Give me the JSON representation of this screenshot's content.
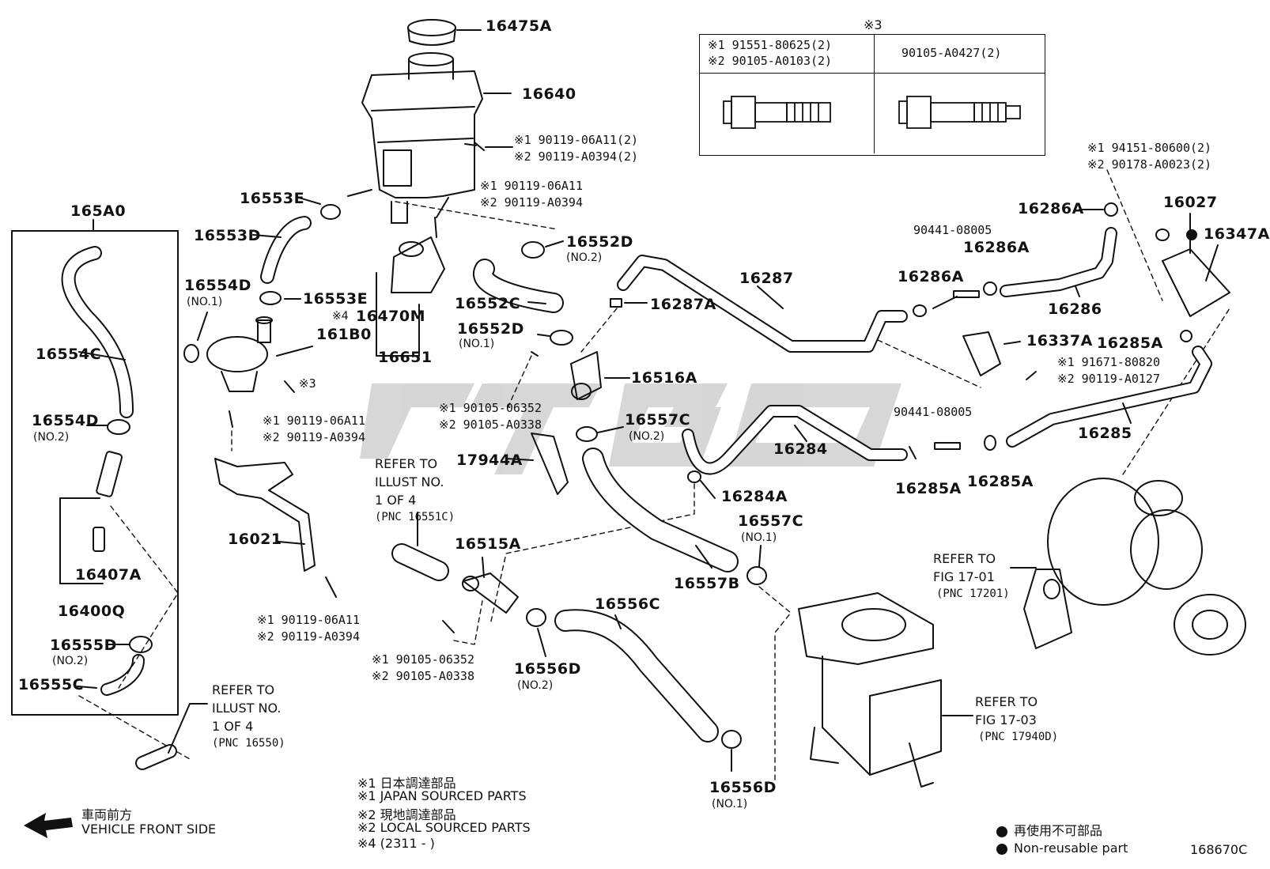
{
  "watermark": "LTGO",
  "table": {
    "caption": "※3",
    "cell_left_line1": "※1 91551-80625(2)",
    "cell_left_line2": "※2 90105-A0103(2)",
    "cell_right": "90105-A0427(2)"
  },
  "parts": {
    "p16475A": "16475A",
    "p16640": "16640",
    "p16553E_top": "16553E",
    "p16553D": "16553D",
    "p165A0": "165A0",
    "p16554D_1": "16554D",
    "p16554D_1_sub": "(NO.1)",
    "p16553E_b": "16553E",
    "p16470M": "16470M",
    "p16470M_note": "※4",
    "p16651": "16651",
    "p161B0": "161B0",
    "p16554C": "16554C",
    "p16554D_2": "16554D",
    "p16554D_2_sub": "(NO.2)",
    "p16407A": "16407A",
    "p16400Q": "16400Q",
    "p16555D": "16555D",
    "p16555D_sub": "(NO.2)",
    "p16555C": "16555C",
    "p16552D_2": "16552D",
    "p16552D_2_sub": "(NO.2)",
    "p16552C": "16552C",
    "p16552D_1": "16552D",
    "p16552D_1_sub": "(NO.1)",
    "p16287": "16287",
    "p16287A": "16287A",
    "p16516A": "16516A",
    "p16557C_2": "16557C",
    "p16557C_2_sub": "(NO.2)",
    "p17944A": "17944A",
    "p16284": "16284",
    "p16284A": "16284A",
    "p16021": "16021",
    "p16515A": "16515A",
    "p16557B": "16557B",
    "p16557C_1": "16557C",
    "p16557C_1_sub": "(NO.1)",
    "p16556C": "16556C",
    "p16556D_2": "16556D",
    "p16556D_2_sub": "(NO.2)",
    "p16556D_1": "16556D",
    "p16556D_1_sub": "(NO.1)",
    "p16286A_top": "16286A",
    "p16286A_mid": "16286A",
    "p16286A_left": "16286A",
    "p16286": "16286",
    "p90441_top": "90441-08005",
    "p16027": "16027",
    "p16347A": "16347A",
    "p16337A": "16337A",
    "p16285A_top": "16285A",
    "p16285": "16285",
    "p90441_bot": "90441-08005",
    "p16285A_l": "16285A",
    "p16285A_r": "16285A"
  },
  "bolts": {
    "b_tank_1": "※1 90119-06A11(2)",
    "b_tank_2": "※2 90119-A0394(2)",
    "b_brk_1": "※1 90119-06A11",
    "b_brk_2": "※2 90119-A0394",
    "b_pump": "※3",
    "b_16021top_1": "※1 90119-06A11",
    "b_16021top_2": "※2 90119-A0394",
    "b_16021bot_1": "※1 90119-06A11",
    "b_16021bot_2": "※2 90119-A0394",
    "b_valve_1": "※1 90105-06352",
    "b_valve_2": "※2 90105-A0338",
    "b_15a_1": "※1 90105-06352",
    "b_15a_2": "※2 90105-A0338",
    "b_bracket_1": "※1 94151-80600(2)",
    "b_bracket_2": "※2 90178-A0023(2)",
    "b_sensor_1": "※1 91671-80820",
    "b_sensor_2": "※2 90119-A0127"
  },
  "refs": {
    "ref_1_of_4_c_l1": "REFER TO",
    "ref_1_of_4_c_l2": "ILLUST NO.",
    "ref_1_of_4_c_l3": "1 OF 4",
    "ref_1_of_4_c_l4": "(PNC 16551C)",
    "ref_1_of_4_l1": "REFER TO",
    "ref_1_of_4_l2": "ILLUST NO.",
    "ref_1_of_4_l3": "1 OF 4",
    "ref_1_of_4_l4": "(PNC 16550)",
    "ref_17_01_l1": "REFER TO",
    "ref_17_01_l2": "FIG 17-01",
    "ref_17_01_l3": "(PNC 17201)",
    "ref_17_03_l1": "REFER TO",
    "ref_17_03_l2": "FIG 17-03",
    "ref_17_03_l3": "(PNC 17940D)"
  },
  "legend": {
    "n1_jp": "※1  日本調達部品",
    "n1_en": "※1  JAPAN SOURCED PARTS",
    "n2_jp": "※2  現地調達部品",
    "n2_en": "※2  LOCAL SOURCED PARTS",
    "n4": "※4 (2311  -       )",
    "front_jp": "車両前方",
    "front_en": "VEHICLE FRONT SIDE",
    "nonreuse_jp": "再使用不可部品",
    "nonreuse_en": "Non-reusable part",
    "fig_no": "168670C"
  }
}
